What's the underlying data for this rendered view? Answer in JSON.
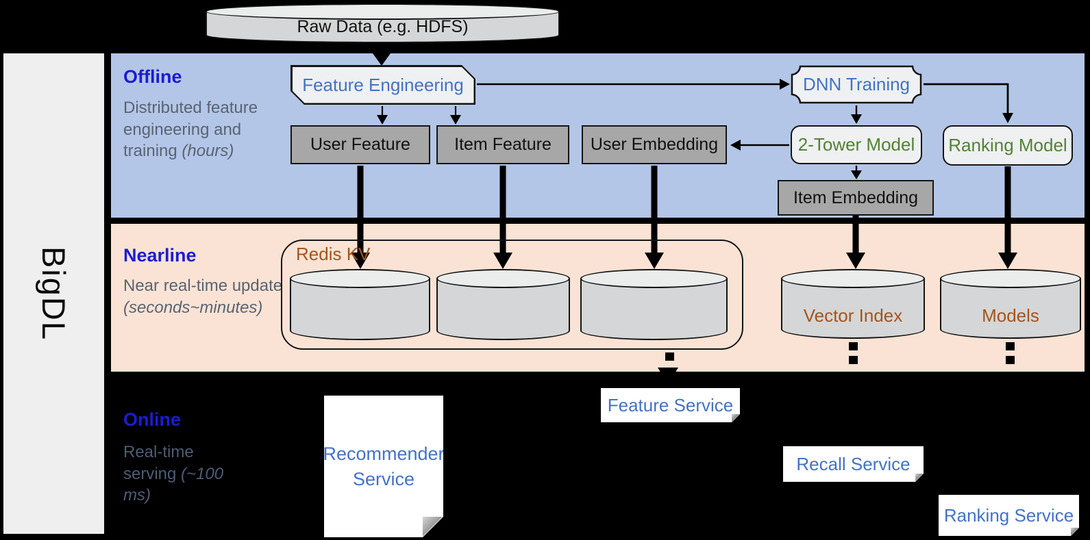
{
  "brand": {
    "name": "BigDL"
  },
  "raw_data": {
    "label": "Raw Data (e.g. HDFS)"
  },
  "sections": {
    "offline": {
      "title": "Offline",
      "description": "Distributed feature engineering and training",
      "duration": "(hours)"
    },
    "nearline": {
      "title": "Nearline",
      "description": "Near real-time update",
      "duration": "(seconds~minutes)"
    },
    "online": {
      "title": "Online",
      "description": "Real-time serving",
      "duration": "(~100 ms)"
    }
  },
  "offline_nodes": {
    "feature_engineering": "Feature Engineering",
    "dnn_training": "DNN Training",
    "user_feature": "User Feature",
    "item_feature": "Item Feature",
    "user_embedding": "User Embedding",
    "two_tower_model": "2-Tower Model",
    "ranking_model": "Ranking Model",
    "item_embedding": "Item Embedding"
  },
  "nearline_nodes": {
    "redis_kv": "Redis KV",
    "vector_index": "Vector Index",
    "models": "Models"
  },
  "online_nodes": {
    "recommender_service": "Recommender Service",
    "feature_service": "Feature Service",
    "recall_service": "Recall Service",
    "ranking_service": "Ranking Service"
  },
  "colors": {
    "offline_bg": "#b3c6e7",
    "nearline_bg": "#fae3d4",
    "online_bg": "#000000",
    "section_title_blue": "#1c1cd2",
    "node_text_blue": "#4472c4",
    "node_text_green": "#538135",
    "node_text_brown": "#a5541c",
    "gray_box": "#a7a7a7",
    "light_box": "#eef0f1",
    "sidebar_gray": "#efefef"
  }
}
